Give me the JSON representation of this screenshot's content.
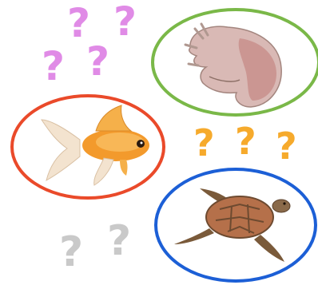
{
  "question_groups": {
    "purple": {
      "color": "#e08be6",
      "marks": [
        "?",
        "?",
        "?",
        "?"
      ]
    },
    "orange": {
      "color": "#f6aa2c",
      "marks": [
        "?",
        "?",
        "?"
      ]
    },
    "gray": {
      "color": "#c9c9c9",
      "marks": [
        "?",
        "?"
      ]
    }
  },
  "items": [
    {
      "name": "conch-shell",
      "ring_color": "#7ab848"
    },
    {
      "name": "goldfish",
      "ring_color": "#ea4a2a"
    },
    {
      "name": "sea-turtle",
      "ring_color": "#1c5fd6"
    }
  ]
}
